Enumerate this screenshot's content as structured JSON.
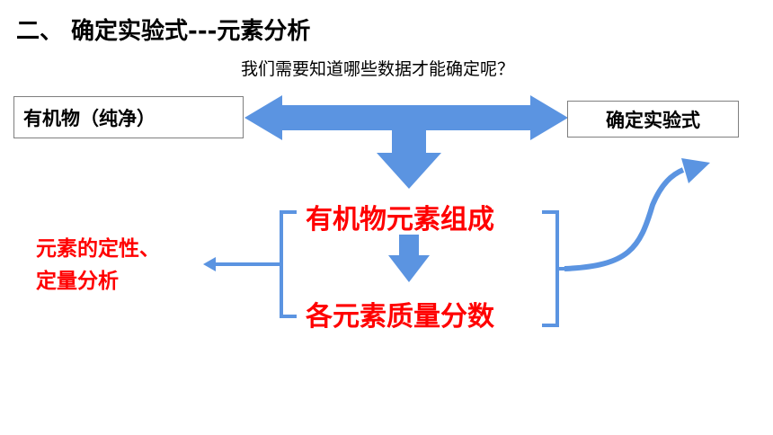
{
  "title": "二、 确定实验式---元素分析",
  "question": "我们需要知道哪些数据才能确定呢？",
  "left_box": "有机物（纯净）",
  "right_box": "确定实验式",
  "element_composition": "有机物元素组成",
  "element_mass": "各元素质量分数",
  "analysis_line1": "元素的定性、",
  "analysis_line2": "定量分析",
  "colors": {
    "arrow": "#5b94e1",
    "emphasis": "#ff0000"
  }
}
